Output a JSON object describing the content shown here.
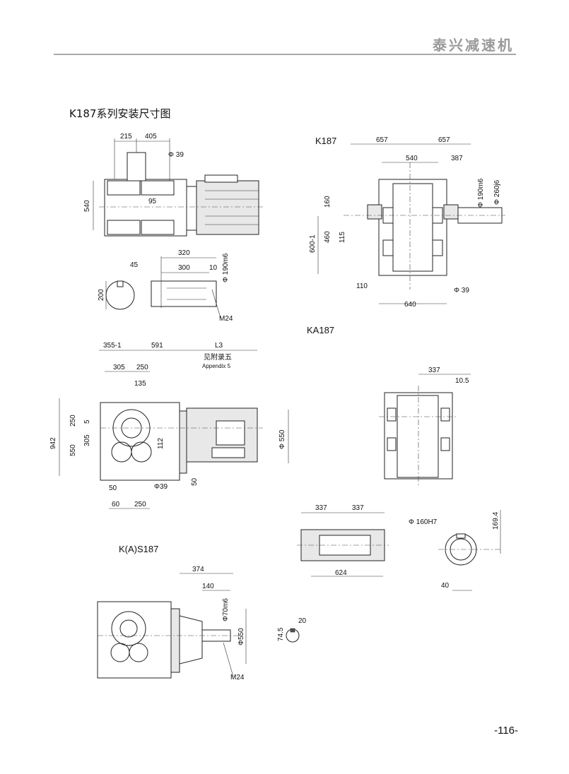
{
  "header": {
    "brand": "泰兴减速机"
  },
  "page_title": "K187系列安装尺寸图",
  "page_number": "-116-",
  "sections": {
    "k187_label": "K187",
    "ka187_label": "KA187",
    "kas187_label": "K(A)S187"
  },
  "dims": {
    "d215": "215",
    "d405": "405",
    "phi39a": "Φ 39",
    "d540": "540",
    "d95": "95",
    "d320": "320",
    "d300": "300",
    "d10": "10",
    "phi190a": "Φ 190m6",
    "d45": "45",
    "d200": "200",
    "m24a": "M24",
    "d657a": "657",
    "d657b": "657",
    "d540b": "540",
    "d387": "387",
    "phi190b": "Φ 190m6",
    "phi260": "Φ 260j6",
    "d160": "160",
    "d460": "460",
    "d115": "115",
    "d600": "600-1",
    "d110": "110",
    "phi39b": "Φ 39",
    "d640": "640",
    "d355": "355-1",
    "d591": "591",
    "l3": "L3",
    "appendix_cn": "见附录五",
    "appendix_en": "Appendix 5",
    "d305": "305",
    "d250": "250",
    "d135": "135",
    "d942": "942",
    "d250v": "250",
    "d5": "5",
    "d305v": "305",
    "d550v": "550",
    "d112": "112",
    "phi550": "Φ 550",
    "d50": "50",
    "phi39c": "Φ39",
    "d50v": "50",
    "d60": "60",
    "d250b": "250",
    "d337a": "337",
    "d10_5": "10.5",
    "d337b": "337",
    "d337c": "337",
    "d624": "624",
    "phi160": "Φ 160H7",
    "d169_4": "169.4",
    "d40": "40",
    "d374": "374",
    "d140": "140",
    "phi70": "Φ70m6",
    "phi550b": "Φ550",
    "m24b": "M24",
    "d20": "20",
    "d74_5": "74.5"
  }
}
